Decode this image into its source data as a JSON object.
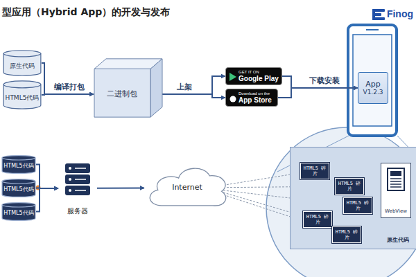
{
  "diagram": {
    "title": "型应用（Hybrid App）的开发与发布",
    "nodes": [
      {
        "text": [
          "原生代码"
        ]
      },
      {
        "text": [
          "HTML5代码"
        ]
      },
      {
        "text": [
          "二进制包"
        ]
      },
      {
        "text": [
          "GET IT ON",
          "Google Play"
        ]
      },
      {
        "text": [
          "Download on the",
          "App Store"
        ]
      },
      {
        "text": [
          "App",
          "V1.2.3"
        ]
      },
      {
        "text": [
          "HTML5代码"
        ]
      },
      {
        "text": [
          "HTML5代码"
        ]
      },
      {
        "text": [
          "HTML5代码"
        ]
      },
      {
        "text": [
          "服务器"
        ]
      },
      {
        "text": [
          "Internet"
        ]
      },
      {
        "text": [
          "原生代码"
        ]
      },
      {
        "text": [
          "HTML5 碎片"
        ],
        "in": 11
      },
      {
        "text": [
          "HTML5 碎片"
        ],
        "in": 11
      },
      {
        "text": [
          "HTML5 碎片"
        ],
        "in": 11
      },
      {
        "text": [
          "HTML5 碎片"
        ],
        "in": 11
      },
      {
        "text": [
          "HTML5 碎片"
        ],
        "in": 11
      },
      {
        "text": [
          "WebView"
        ],
        "in": 11
      }
    ],
    "edges": [
      {
        "from": 0,
        "to": 2,
        "label": "编译打包",
        "arrow": "to"
      },
      {
        "from": 1,
        "to": 2,
        "arrow": "to"
      },
      {
        "from": 2,
        "to": 3,
        "label": "上架",
        "arrow": "to"
      },
      {
        "from": 2,
        "to": 4,
        "arrow": "to"
      },
      {
        "from": 3,
        "to": 5,
        "label": "下载安装",
        "arrow": "to"
      },
      {
        "from": 4,
        "to": 5,
        "arrow": "to"
      },
      {
        "from": 6,
        "to": 9,
        "arrow": "to"
      },
      {
        "from": 7,
        "to": 9,
        "arrow": "to"
      },
      {
        "from": 8,
        "to": 9,
        "arrow": "to"
      },
      {
        "from": 9,
        "to": 10,
        "arrow": "to"
      },
      {
        "from": 10,
        "to": 12,
        "arrow": "none"
      },
      {
        "from": 10,
        "to": 13,
        "arrow": "none"
      },
      {
        "from": 10,
        "to": 14,
        "arrow": "none"
      },
      {
        "from": 10,
        "to": 15,
        "arrow": "none"
      },
      {
        "from": 10,
        "to": 16,
        "arrow": "none"
      }
    ],
    "labels": [
      "Finog"
    ]
  }
}
